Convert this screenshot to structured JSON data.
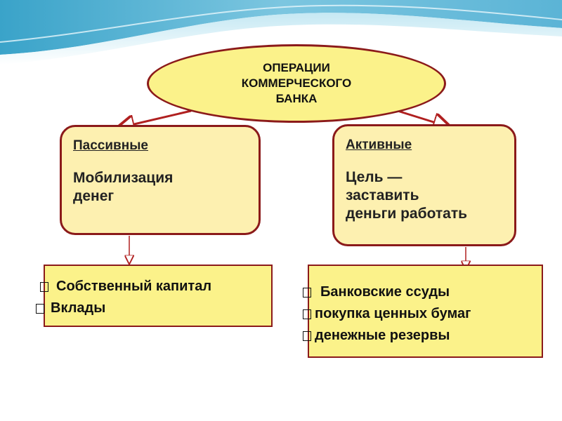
{
  "title": {
    "lines": [
      "ОПЕРАЦИИ",
      "КОММЕРЧЕСКОГО",
      "БАНКА"
    ]
  },
  "passive": {
    "heading": "Пассивные",
    "lines": [
      "Мобилизация",
      "денег"
    ]
  },
  "active": {
    "heading": "Активные",
    "lines": [
      "Цель —",
      "заставить",
      "деньги работать"
    ]
  },
  "sources": {
    "items": [
      "Собственный капитал",
      "Вклады"
    ]
  },
  "uses": {
    "items": [
      "Банковские ссуды",
      "покупка ценных бумаг",
      "денежные резервы"
    ]
  },
  "colors": {
    "ellipse_fill": "#fbf28a",
    "box_fill": "#fdf0b0",
    "border": "#8b1a1a",
    "arrow": "#b02020"
  }
}
